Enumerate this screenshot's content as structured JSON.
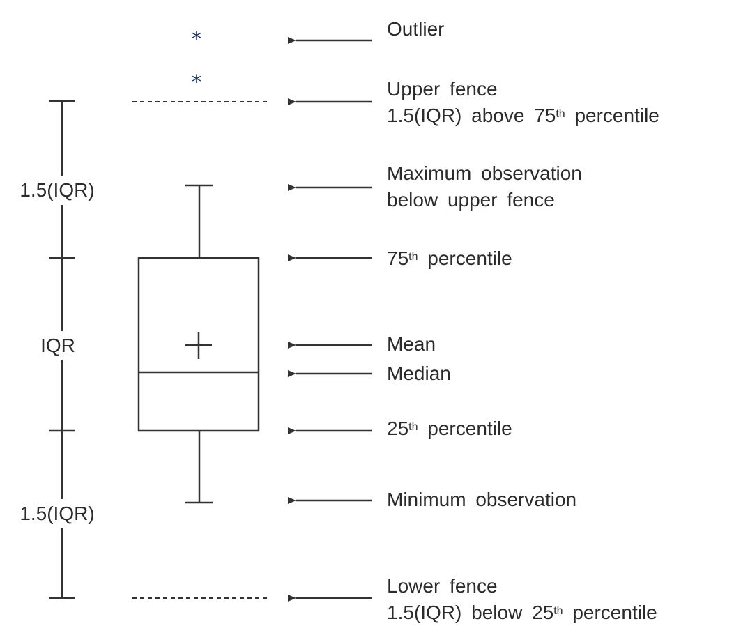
{
  "colors": {
    "line": "#333333",
    "text": "#2b2b2b",
    "outlier_star": "#1a2c66",
    "background": "#ffffff"
  },
  "scale_labels": {
    "upper": "1.5(IQR)",
    "middle": "IQR",
    "lower": "1.5(IQR)"
  },
  "markers": {
    "outlier_symbol": "*"
  },
  "annotations": {
    "outlier": "Outlier",
    "upper_fence": {
      "line1": "Upper fence",
      "line2_pre": "1.5(IQR) above 75",
      "line2_sup": "th",
      "line2_post": " percentile"
    },
    "max_obs": {
      "line1": "Maximum observation",
      "line2": "below upper fence"
    },
    "p75": {
      "pre": "75",
      "sup": "th",
      "post": " percentile"
    },
    "mean": "Mean",
    "median": "Median",
    "p25": {
      "pre": "25",
      "sup": "th",
      "post": " percentile"
    },
    "min_obs": "Minimum observation",
    "lower_fence": {
      "line1": "Lower fence",
      "line2_pre": "1.5(IQR) below 25",
      "line2_sup": "th",
      "line2_post": " percentile"
    }
  }
}
